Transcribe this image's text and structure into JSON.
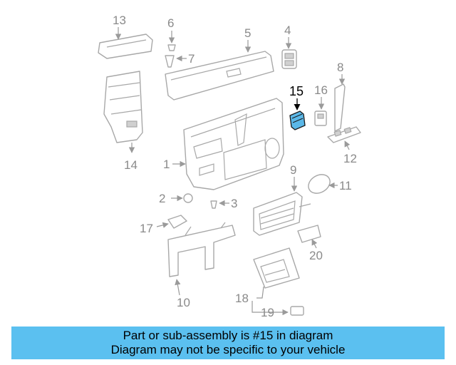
{
  "diagram": {
    "highlight_color": "#5bb8e8",
    "callouts": [
      "1",
      "2",
      "3",
      "4",
      "5",
      "6",
      "7",
      "8",
      "9",
      "10",
      "11",
      "12",
      "13",
      "14",
      "15",
      "16",
      "17",
      "18",
      "19",
      "20"
    ],
    "highlighted_callout": "15"
  },
  "banner": {
    "color": "#5bc0f0",
    "line1": "Part or sub-assembly is #15 in diagram",
    "line2": "Diagram may not be specific to your vehicle"
  }
}
